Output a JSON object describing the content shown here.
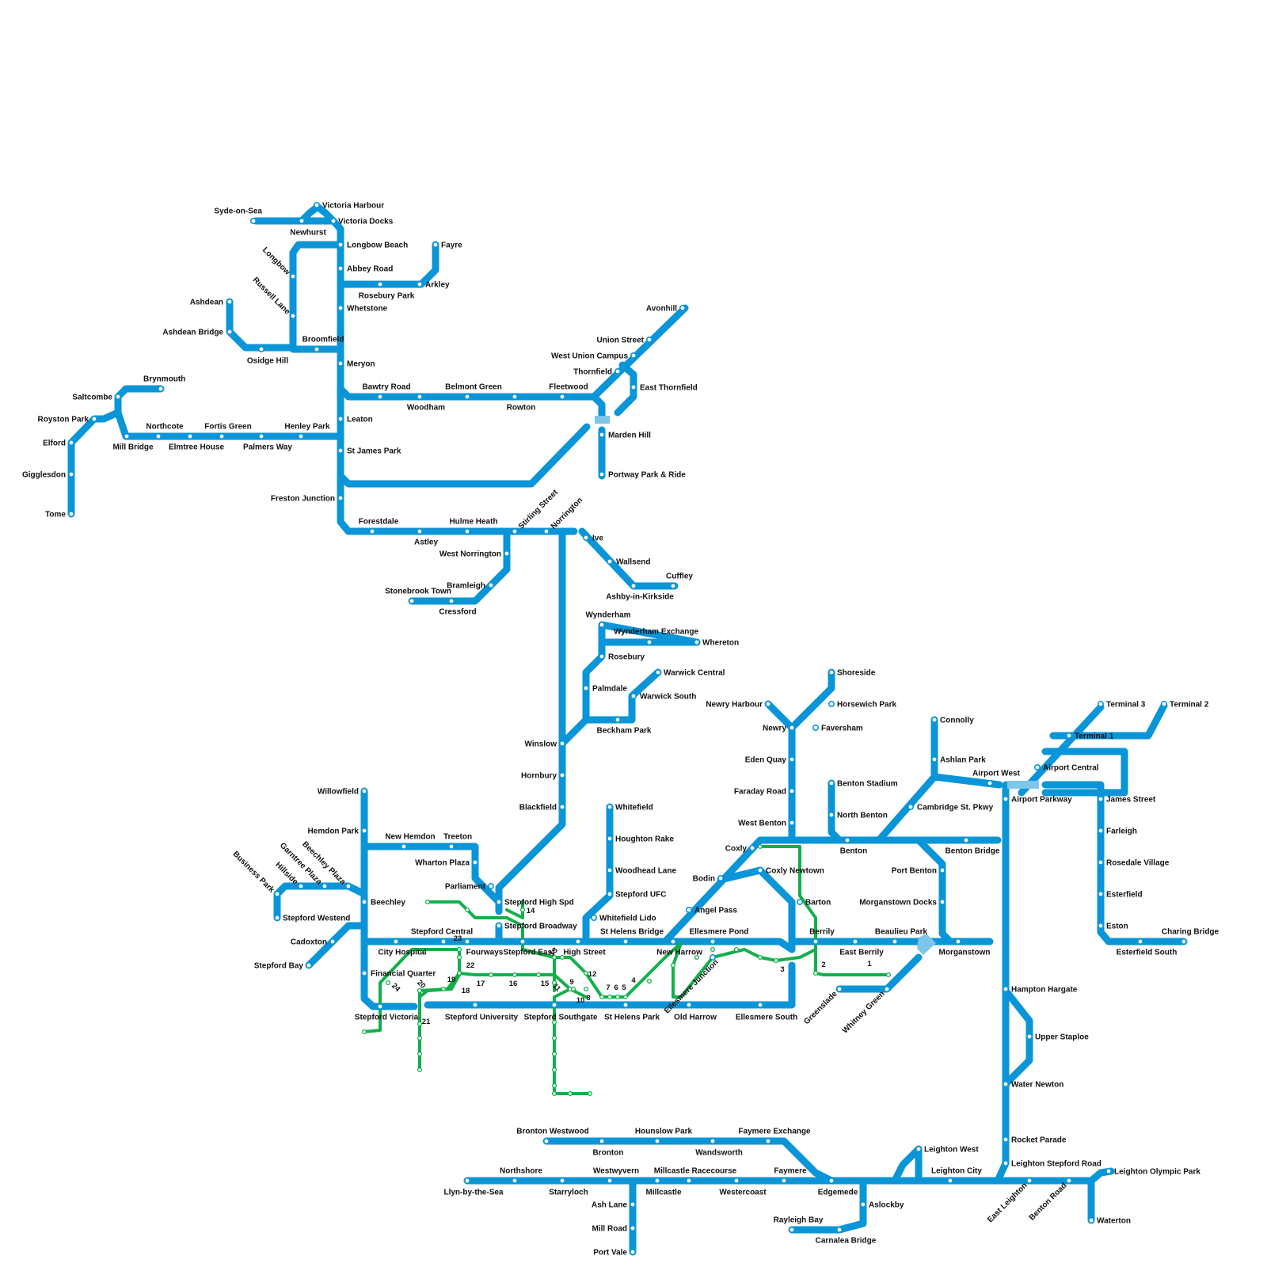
{
  "map": {
    "line_colors": {
      "metro": "#0a95d8",
      "tram": "#12b04b",
      "interchange": "#7dc5ea"
    },
    "stations": {
      "syde_on_sea": "Syde-on-Sea",
      "victoria_harbour": "Victoria Harbour",
      "newhurst": "Newhurst",
      "victoria_docks": "Victoria Docks",
      "longbow_beach": "Longbow Beach",
      "fayre": "Fayre",
      "longbow": "Longbow",
      "abbey_road": "Abbey Road",
      "arkley": "Arkley",
      "rosebury_park": "Rosebury Park",
      "russell_lane": "Russell Lane",
      "whetstone": "Whetstone",
      "ashdean": "Ashdean",
      "avonhill": "Avonhill",
      "ashdean_bridge": "Ashdean Bridge",
      "broomfield": "Broomfield",
      "osidge_hill": "Osidge Hill",
      "union_street": "Union Street",
      "meryon": "Meryon",
      "west_union_campus": "West Union Campus",
      "thornfield": "Thornfield",
      "brynmouth": "Brynmouth",
      "bawtry_road": "Bawtry Road",
      "belmont_green": "Belmont Green",
      "fleetwood": "Fleetwood",
      "east_thornfield": "East Thornfield",
      "saltcombe": "Saltcombe",
      "woodham": "Woodham",
      "rowton": "Rowton",
      "royston_park": "Royston Park",
      "leaton": "Leaton",
      "northcote": "Northcote",
      "fortis_green": "Fortis Green",
      "henley_park": "Henley Park",
      "elmtree_house": "Elmtree House",
      "mill_bridge": "Mill Bridge",
      "eldford": "Elford",
      "palmers_way": "Palmers Way",
      "marden_hill": "Marden Hill",
      "st_james_park": "St James Park",
      "gigglesdon": "Gigglesdon",
      "portway": "Portway Park & Ride",
      "freston_junction": "Freston Junction",
      "tome": "Tome",
      "forestdale": "Forestdale",
      "hulme_heath": "Hulme Heath",
      "stirling_street": "Stirling Street",
      "norrington": "Norrington",
      "astley": "Astley",
      "ive": "Ive",
      "west_norrington": "West Norrington",
      "wallsend": "Wallsend",
      "cuffley": "Cuffley",
      "bramleigh": "Bramleigh",
      "stonebrook_town": "Stonebrook Town",
      "ashby": "Ashby-in-Kirkside",
      "cressford": "Cressford",
      "wynderham": "Wynderham",
      "wynderham_exchange": "Wynderham Exchange",
      "whereton": "Whereton",
      "rosebury": "Rosebury",
      "warwick_central": "Warwick Central",
      "palmdale": "Palmdale",
      "shoreside": "Shoreside",
      "warwick_south": "Warwick South",
      "newry_harbour": "Newry Harbour",
      "horsewich_park": "Horsewich Park",
      "terminal_3": "Terminal 3",
      "terminal_2": "Terminal 2",
      "connolly": "Connolly",
      "beckham_park": "Beckham Park",
      "newry": "Newry",
      "faversham": "Faversham",
      "winslow": "Winslow",
      "terminal_1": "Terminal 1",
      "eden_quay": "Eden Quay",
      "ashlan_park": "Ashlan Park",
      "airport_west": "Airport West",
      "airport_central": "Airport Central",
      "hornbury": "Hornbury",
      "benton_stadium": "Benton Stadium",
      "willowfield": "Willowfield",
      "faraday_road": "Faraday Road",
      "airport_parkway": "Airport Parkway",
      "james_street": "James Street",
      "blackfield": "Blackfield",
      "whitefield": "Whitefield",
      "cambridge_st": "Cambridge St. Pkwy",
      "north_benton": "North Benton",
      "west_benton": "West Benton",
      "hemdon_park": "Hemdon Park",
      "farleigh": "Farleigh",
      "new_hemdon": "New Hemdon",
      "treeton": "Treeton",
      "houghton_rake": "Houghton Rake",
      "benton": "Benton",
      "benton_bridge": "Benton Bridge",
      "coxly": "Coxly",
      "garntree_plaza": "Garntree Plaza",
      "beechley_plaza": "Beechley Plaza",
      "wharton_plaza": "Wharton Plaza",
      "rosedale_village": "Rosedale Village",
      "woodhead_lane": "Woodhead Lane",
      "coxly_newtown": "Coxly Newtown",
      "port_benton": "Port Benton",
      "business_park": "Business Park",
      "hillside": "Hillside",
      "bodin": "Bodin",
      "parliament": "Parliament",
      "esterfield": "Esterfield",
      "stepford_ufc": "Stepford UFC",
      "beechley": "Beechley",
      "stepford_high_spd": "Stepford High Spd",
      "barton": "Barton",
      "morganstown_docks": "Morganstown Docks",
      "angel_pass": "Angel Pass",
      "stepford_westend": "Stepford Westend",
      "whitefield_lido": "Whitefield Lido",
      "eston": "Eston",
      "stepford_broadway": "Stepford Broadway",
      "charing_bridge": "Charing Bridge",
      "stepford_central": "Stepford Central",
      "st_helens_bridge": "St Helens Bridge",
      "ellesmere_pond": "Ellesmere Pond",
      "beaulieu_park": "Beaulieu Park",
      "berrily": "Berrily",
      "cadoxton": "Cadoxton",
      "city_hospital": "City Hospital",
      "fourways": "Fourways",
      "stepford_east": "Stepford East",
      "high_street": "High Street",
      "new_harrow": "New Harrow",
      "east_berrily": "East Berrily",
      "morganstown": "Morganstown",
      "esterfield_south": "Esterfield South",
      "stepford_bay": "Stepford Bay",
      "financial_quarter": "Financial Quarter",
      "hampton_hargate": "Hampton Hargate",
      "ellesmere_junction": "Ellesmere Junction",
      "greenslade": "Greenslade",
      "whitney_green": "Whitney Green",
      "stepford_victoria": "Stepford Victoria",
      "stepford_university": "Stepford University",
      "stepford_southgate": "Stepford Southgate",
      "st_helens_park": "St Helens Park",
      "old_harrow": "Old Harrow",
      "ellesmere_south": "Ellesmere South",
      "upper_staploe": "Upper Staploe",
      "water_newton": "Water Newton",
      "bronton_westwood": "Bronton Westwood",
      "hounslow_park": "Hounslow Park",
      "faymere_exchange": "Faymere Exchange",
      "rocket_parade": "Rocket Parade",
      "leighton_west": "Leighton West",
      "bronton": "Bronton",
      "wandsworth": "Wandsworth",
      "leighton_stepford_road": "Leighton Stepford Road",
      "northshore": "Northshore",
      "westwyvern": "Westwyvern",
      "millcastle_racecourse": "Millcastle Racecourse",
      "faymere": "Faymere",
      "leighton_city": "Leighton City",
      "leighton_olympic_park": "Leighton Olympic Park",
      "llyn": "Llyn-by-the-Sea",
      "starryloch": "Starryloch",
      "millcastle": "Millcastle",
      "westercoast": "Westercoast",
      "edgemede": "Edgemede",
      "east_leighton": "East Leighton",
      "benton_road": "Benton Road",
      "ash_lane": "Ash Lane",
      "aslockby": "Aslockby",
      "rayleigh_bay": "Rayleigh Bay",
      "waterton": "Waterton",
      "mill_road": "Mill Road",
      "carnalea_bridge": "Carnalea Bridge",
      "port_vale": "Port Vale"
    },
    "tram_stops": [
      "1",
      "2",
      "3",
      "4",
      "5",
      "6",
      "7",
      "8",
      "9",
      "10",
      "11",
      "12",
      "13",
      "14",
      "15",
      "16",
      "17",
      "18",
      "19",
      "20",
      "21",
      "22",
      "23",
      "24"
    ]
  }
}
